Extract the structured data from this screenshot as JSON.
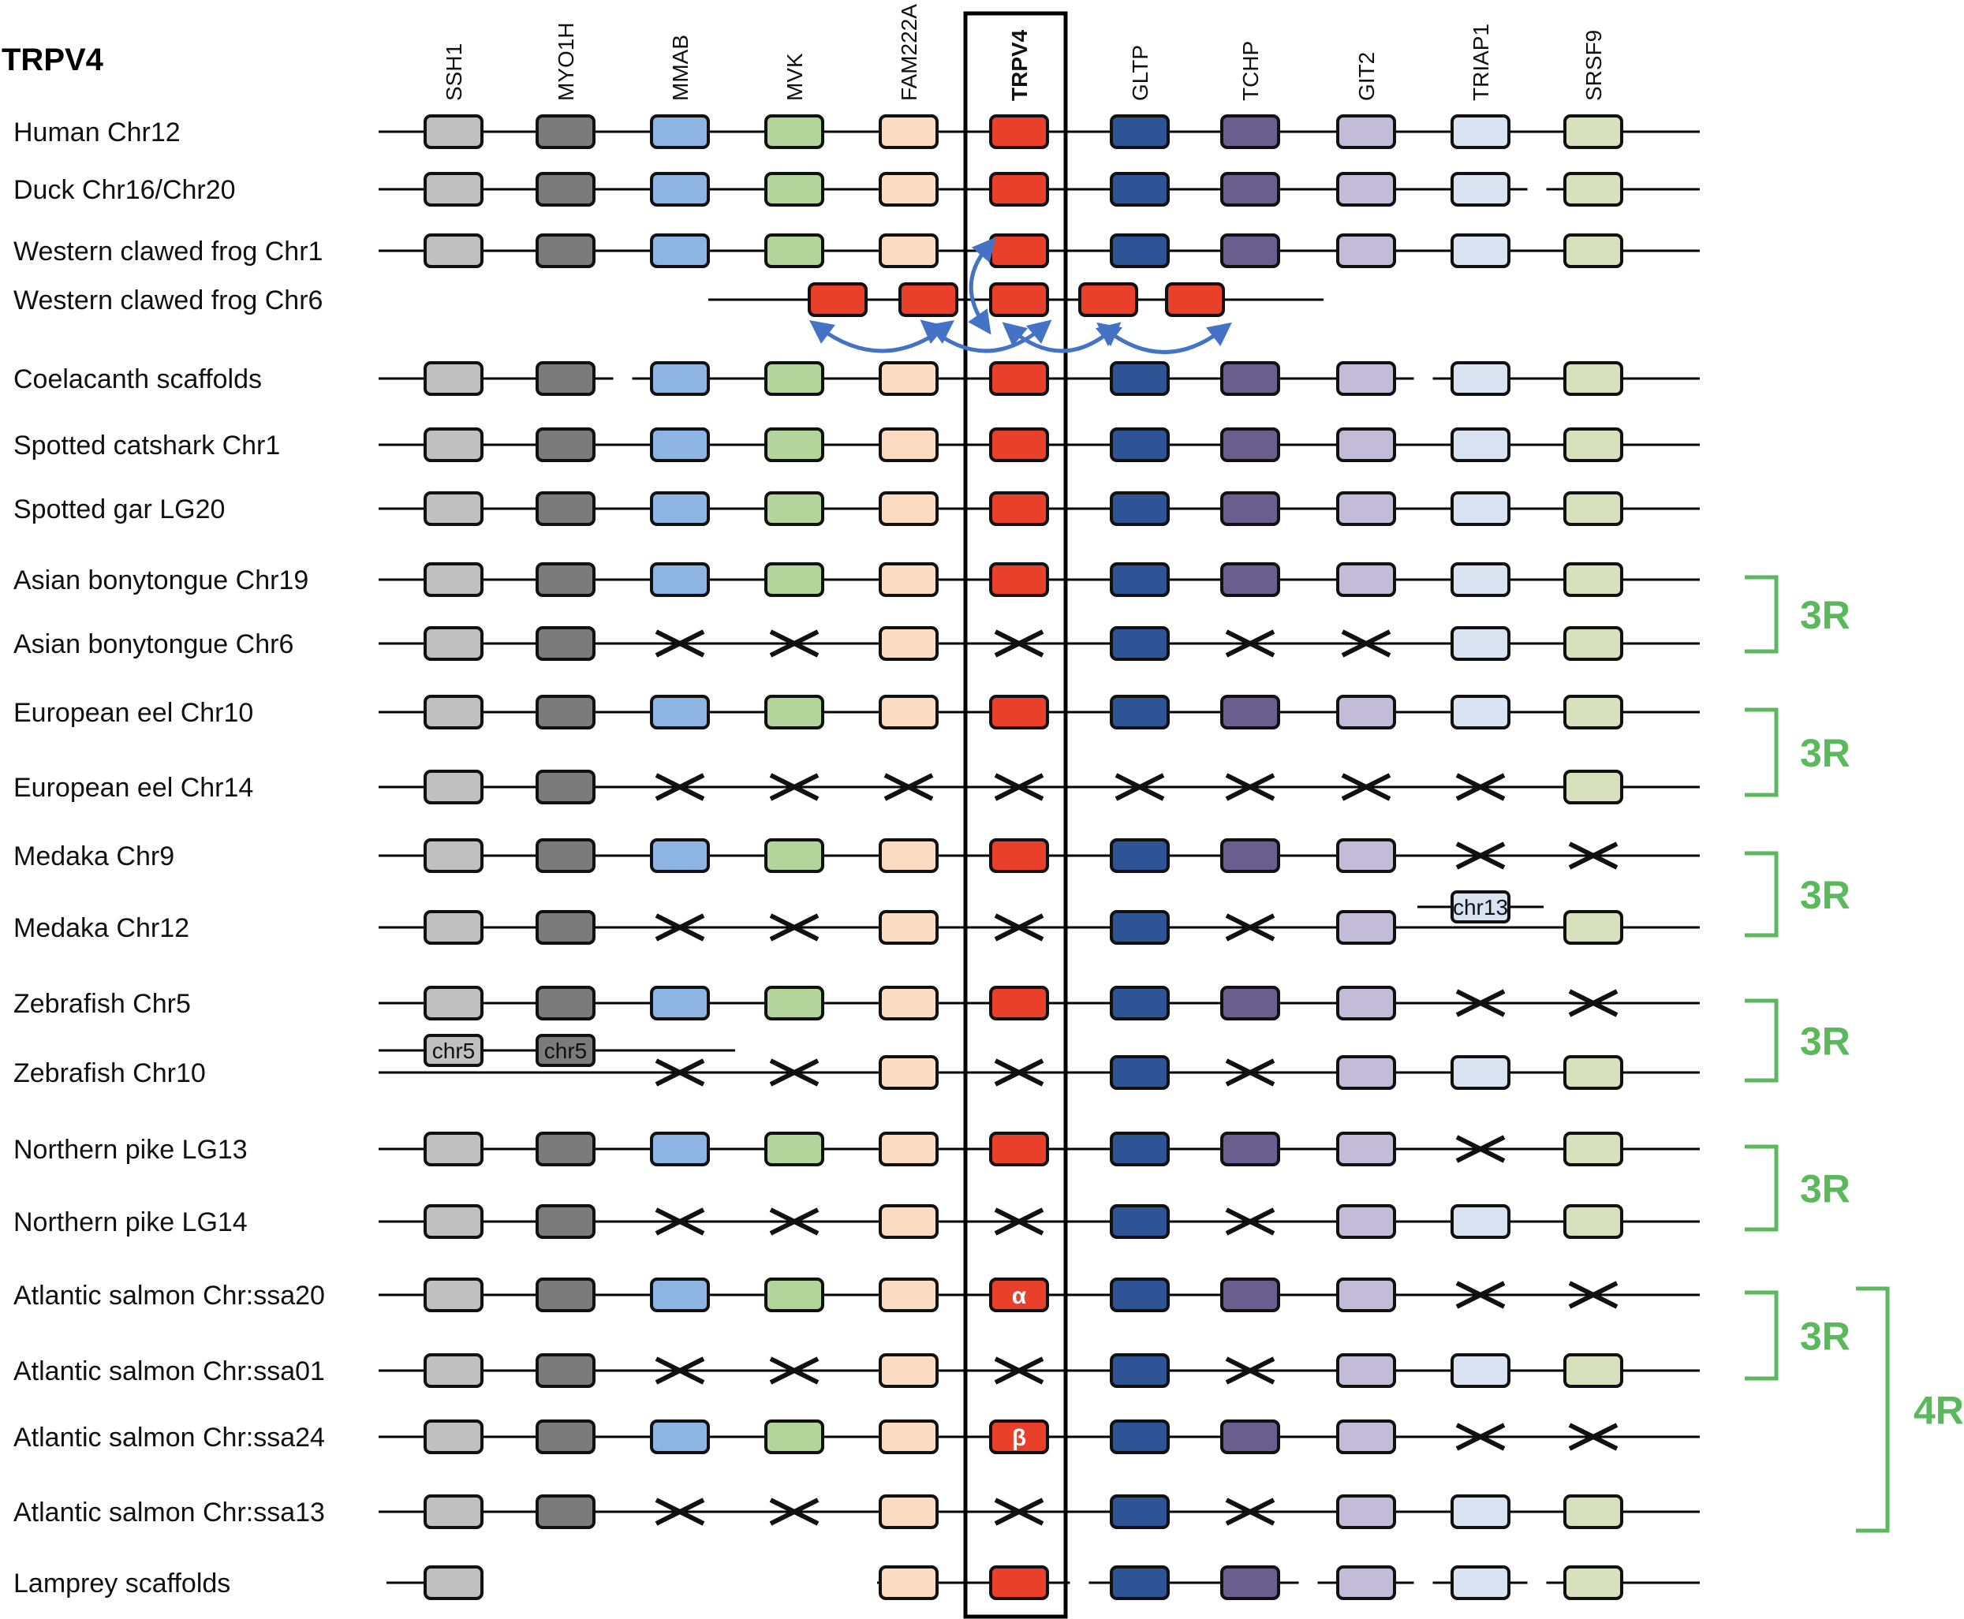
{
  "title": "TRPV4",
  "genes": [
    {
      "name": "SSH1",
      "color": "#c0c0c0"
    },
    {
      "name": "MYO1H",
      "color": "#7b7b7b"
    },
    {
      "name": "MMAB",
      "color": "#8db4e2"
    },
    {
      "name": "MVK",
      "color": "#b3d59b"
    },
    {
      "name": "FAM222A",
      "color": "#fbdcc3"
    },
    {
      "name": "TRPV4",
      "color": "#e8402b"
    },
    {
      "name": "GLTP",
      "color": "#2f5496"
    },
    {
      "name": "TCHP",
      "color": "#695e8e"
    },
    {
      "name": "GIT2",
      "color": "#c3bcd9"
    },
    {
      "name": "TRIAP1",
      "color": "#d9e3f1"
    },
    {
      "name": "SRSF9",
      "color": "#d9e0bd"
    }
  ],
  "rows": [
    {
      "label": "Human Chr12",
      "cells": "BBBBBBBBBBB"
    },
    {
      "label": "Duck Chr16/Chr20",
      "cells": "BBBBBBBBBBB",
      "gaps": [
        9
      ]
    },
    {
      "label": "Western clawed frog Chr1",
      "cells": "BBBBBBBBBBB"
    },
    {
      "label": "Western clawed frog Chr6",
      "cells": "..........."
    },
    {
      "label": "Coelacanth  scaffolds",
      "cells": "BBBBBBBBBBB",
      "gaps": [
        1,
        8
      ]
    },
    {
      "label": "Spotted catshark Chr1",
      "cells": "BBBBBBBBBBB"
    },
    {
      "label": "Spotted gar LG20",
      "cells": "BBBBBBBBBBB"
    },
    {
      "label": "Asian bonytongue Chr19",
      "cells": "BBBBBBBBBBB"
    },
    {
      "label": "Asian bonytongue Chr6",
      "cells": "BBXXBXBXXBB"
    },
    {
      "label": "European eel Chr10",
      "cells": "BBBBBBBBBBB"
    },
    {
      "label": "European eel Chr14",
      "cells": "BBXXXXXXXXB"
    },
    {
      "label": "Medaka Chr9",
      "cells": "BBBBBBBBBXX"
    },
    {
      "label": "Medaka Chr12",
      "cells": "BBXXBXBXB.B",
      "tags": [
        {
          "gene": 9,
          "text": "chr13"
        }
      ]
    },
    {
      "label": "Zebrafish Chr5",
      "cells": "BBBBBBBBBXX"
    },
    {
      "label": "Zebrafish Chr10",
      "cells": "..XXBXBXBBB",
      "tags": [
        {
          "gene": 0,
          "text": "chr5"
        },
        {
          "gene": 1,
          "text": "chr5"
        }
      ]
    },
    {
      "label": "Northern pike LG13",
      "cells": "BBBBBBBBBXB"
    },
    {
      "label": "Northern pike LG14",
      "cells": "BBXXBXBXBBB"
    },
    {
      "label": "Atlantic salmon Chr:ssa20",
      "cells": "BBBBBBBBBXX",
      "greek": "α"
    },
    {
      "label": "Atlantic salmon Chr:ssa01",
      "cells": "BBXXBXBXBBB"
    },
    {
      "label": "Atlantic salmon Chr:ssa24",
      "cells": "BBBBBBBBBXX",
      "greek": "β"
    },
    {
      "label": "Atlantic salmon Chr:ssa13",
      "cells": "BBXXBXBXBBB"
    },
    {
      "label": "Lamprey  scaffolds",
      "cells": "B...BBBBBBB",
      "gaps": [
        5,
        7,
        8,
        9
      ]
    }
  ],
  "brackets": [
    {
      "label": "3R",
      "rows": [
        7,
        8
      ]
    },
    {
      "label": "3R",
      "rows": [
        9,
        10
      ]
    },
    {
      "label": "3R",
      "rows": [
        11,
        12
      ]
    },
    {
      "label": "3R",
      "rows": [
        13,
        14
      ]
    },
    {
      "label": "3R",
      "rows": [
        15,
        16
      ]
    },
    {
      "label": "3R",
      "rows": [
        17,
        18
      ]
    },
    {
      "label": "4R",
      "rows": [
        17,
        20
      ]
    }
  ],
  "colors": {
    "line": "#000000",
    "bracket": "#5cb85c",
    "arrow": "#4472c4"
  }
}
